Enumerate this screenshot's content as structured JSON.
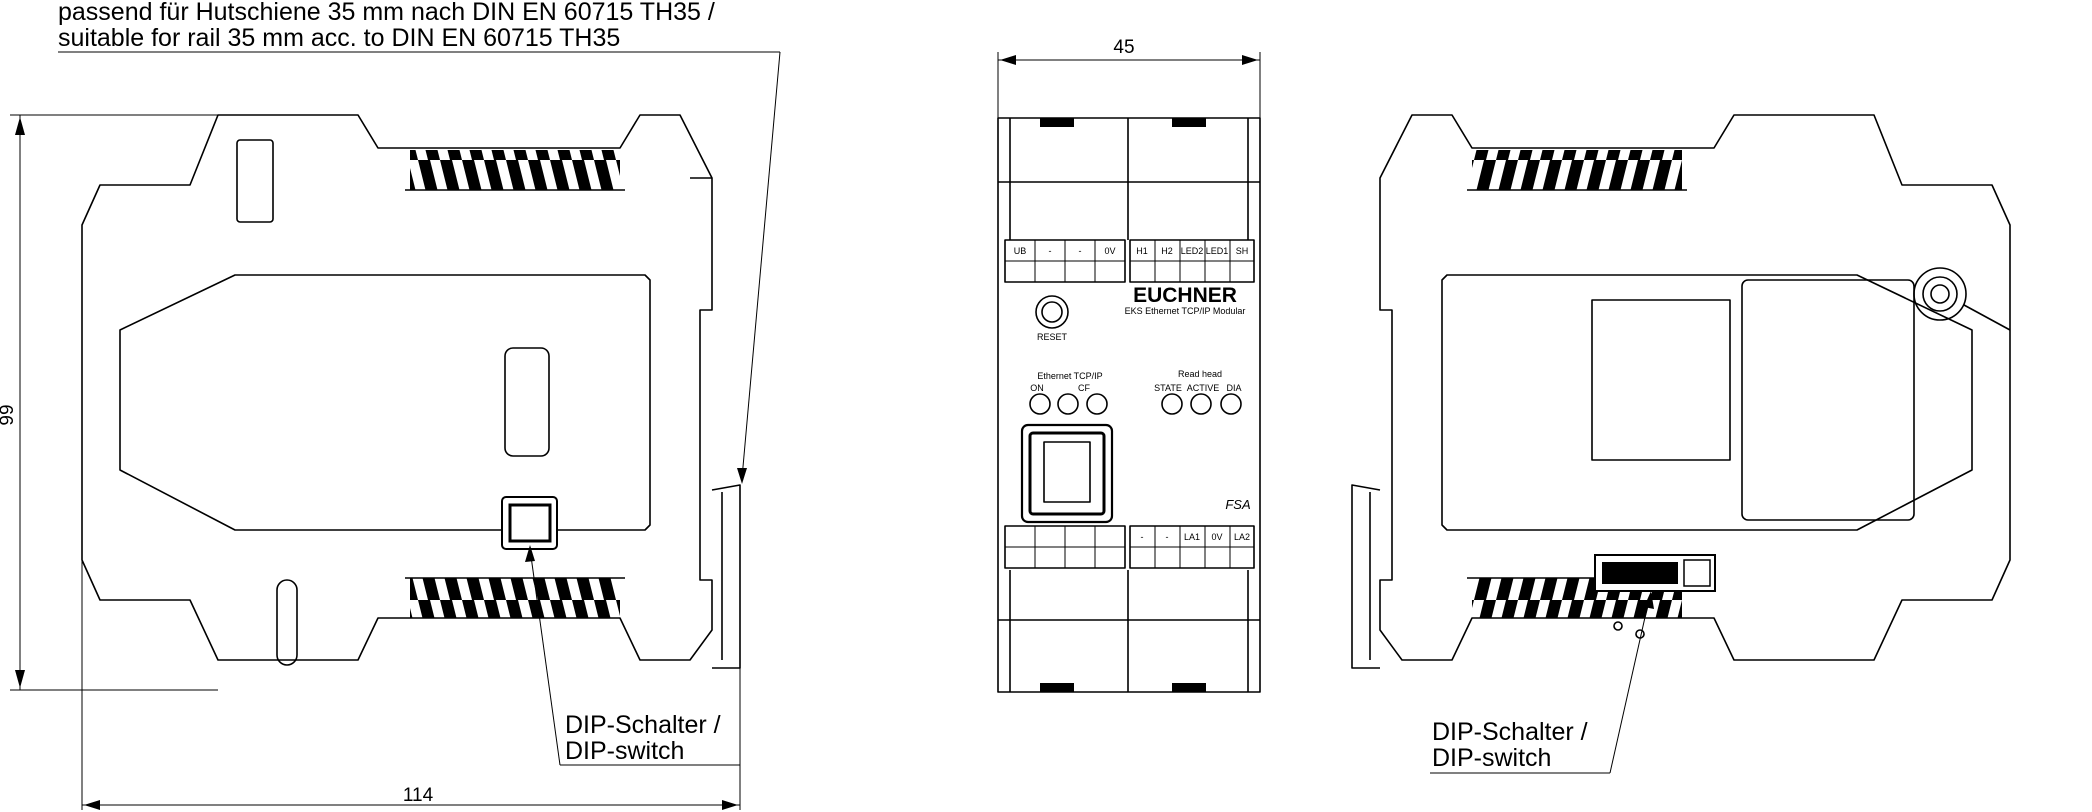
{
  "rail_note": {
    "line1": "passend für Hutschiene 35 mm nach DIN EN 60715 TH35 /",
    "line2": "suitable for rail 35 mm acc. to DIN EN 60715 TH35"
  },
  "dimensions": {
    "height": "99",
    "depth": "114",
    "width": "45"
  },
  "dip_label_left": {
    "line1": "DIP-Schalter /",
    "line2": "DIP-switch"
  },
  "dip_label_right": {
    "line1": "DIP-Schalter /",
    "line2": "DIP-switch"
  },
  "front": {
    "terminals_top_left": [
      "UB",
      "-",
      "-",
      "0V"
    ],
    "terminals_top_right": [
      "H1",
      "H2",
      "LED2",
      "LED1",
      "SH"
    ],
    "brand": "EUCHNER",
    "model": "EKS Ethernet TCP/IP Modular",
    "reset_label": "RESET",
    "eth_group_label": "Ethernet TCP/IP",
    "eth_leds": [
      "ON",
      "CF"
    ],
    "read_head_label": "Read head",
    "read_head_leds": [
      "STATE",
      "ACTIVE",
      "DIA"
    ],
    "fsa_label": "FSA",
    "terminals_bottom_right": [
      "-",
      "-",
      "LA1",
      "0V",
      "LA2"
    ]
  }
}
